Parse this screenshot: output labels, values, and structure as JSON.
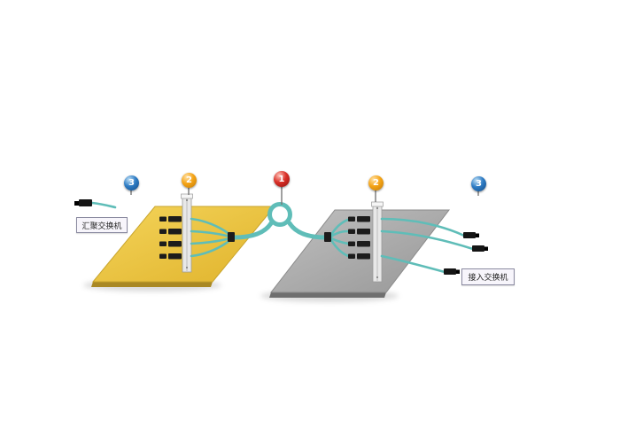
{
  "badges": [
    {
      "number": "3",
      "color": "#2e7cc4",
      "position": "left-outer"
    },
    {
      "number": "2",
      "color": "#f5a416",
      "position": "left-inner"
    },
    {
      "number": "1",
      "color": "#d92f27",
      "position": "center"
    },
    {
      "number": "2",
      "color": "#f5a416",
      "position": "right-inner"
    },
    {
      "number": "3",
      "color": "#2e7cc4",
      "position": "right-outer"
    }
  ],
  "labels": {
    "aggregation_switch": "汇聚交换机",
    "access_switch": "接入交换机"
  },
  "colors": {
    "cable": "#5fbdb8",
    "left_panel": "#ecc844",
    "right_panel": "#a9a9a9",
    "connector": "#1c1c1c"
  }
}
